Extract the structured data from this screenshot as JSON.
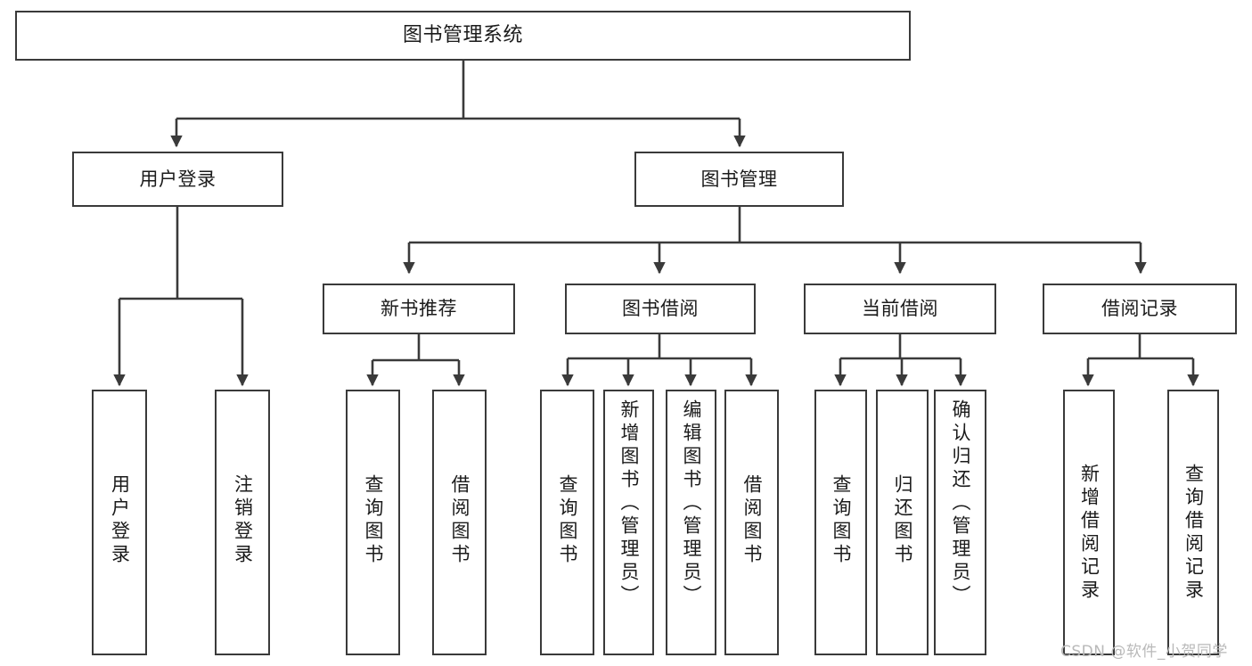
{
  "diagram": {
    "type": "tree-hierarchy-chart",
    "title": "图书管理系统",
    "watermark": "CSDN @软件_小贺同学",
    "colors": {
      "stroke": "#3a3a3a",
      "fill": "#ffffff",
      "text": "#1b1b1b",
      "watermark": "#b9b9b9"
    },
    "levels": {
      "root": {
        "label": "图书管理系统"
      },
      "level2": [
        {
          "id": "user-login",
          "label": "用户登录"
        },
        {
          "id": "book-manage",
          "label": "图书管理"
        }
      ],
      "level3": [
        {
          "id": "new-book-rec",
          "label": "新书推荐"
        },
        {
          "id": "book-borrow",
          "label": "图书借阅"
        },
        {
          "id": "current-borrow",
          "label": "当前借阅"
        },
        {
          "id": "borrow-record",
          "label": "借阅记录"
        }
      ],
      "leaves": [
        {
          "id": "leaf-user-login",
          "label": "用户登录",
          "parent": "user-login"
        },
        {
          "id": "leaf-logout",
          "label": "注销登录",
          "parent": "user-login"
        },
        {
          "id": "leaf-query-book-1",
          "label": "查询图书",
          "parent": "new-book-rec"
        },
        {
          "id": "leaf-borrow-book-1",
          "label": "借阅图书",
          "parent": "new-book-rec"
        },
        {
          "id": "leaf-query-book-2",
          "label": "查询图书",
          "parent": "book-borrow"
        },
        {
          "id": "leaf-add-book",
          "label": "新增图书（管理员）",
          "parent": "book-borrow"
        },
        {
          "id": "leaf-edit-book",
          "label": "编辑图书（管理员）",
          "parent": "book-borrow"
        },
        {
          "id": "leaf-borrow-book-2",
          "label": "借阅图书",
          "parent": "book-borrow"
        },
        {
          "id": "leaf-query-book-3",
          "label": "查询图书",
          "parent": "current-borrow"
        },
        {
          "id": "leaf-return-book",
          "label": "归还图书",
          "parent": "current-borrow"
        },
        {
          "id": "leaf-confirm-return",
          "label": "确认归还（管理员）",
          "parent": "current-borrow"
        },
        {
          "id": "leaf-add-record",
          "label": "新增借阅记录",
          "parent": "borrow-record"
        },
        {
          "id": "leaf-query-record",
          "label": "查询借阅记录",
          "parent": "borrow-record"
        }
      ]
    }
  }
}
